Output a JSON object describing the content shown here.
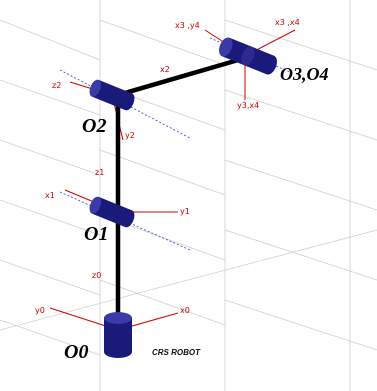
{
  "colors": {
    "link": "#000000",
    "joint": "#1a1a7a",
    "joint_highlight": "#3a3aa8",
    "axis_red": "#d00000",
    "axis_blue": "#3b57d6",
    "grid": "#c8c8c8"
  },
  "labels": {
    "frame0": {
      "x": "x0",
      "y": "y0",
      "z": "z0"
    },
    "frame1": {
      "x": "x1",
      "y": "y1",
      "z": "z1"
    },
    "frame2": {
      "x": "x2",
      "y": "y2",
      "z": "z2"
    },
    "frame34": {
      "x": "x3 ,x4",
      "y": "y3,x4",
      "z": "x3 ,y4"
    }
  },
  "origins": {
    "o0": "O0",
    "o1": "O1",
    "o2": "O2",
    "o34": "O3,O4"
  },
  "caption": "CRS ROBOT"
}
